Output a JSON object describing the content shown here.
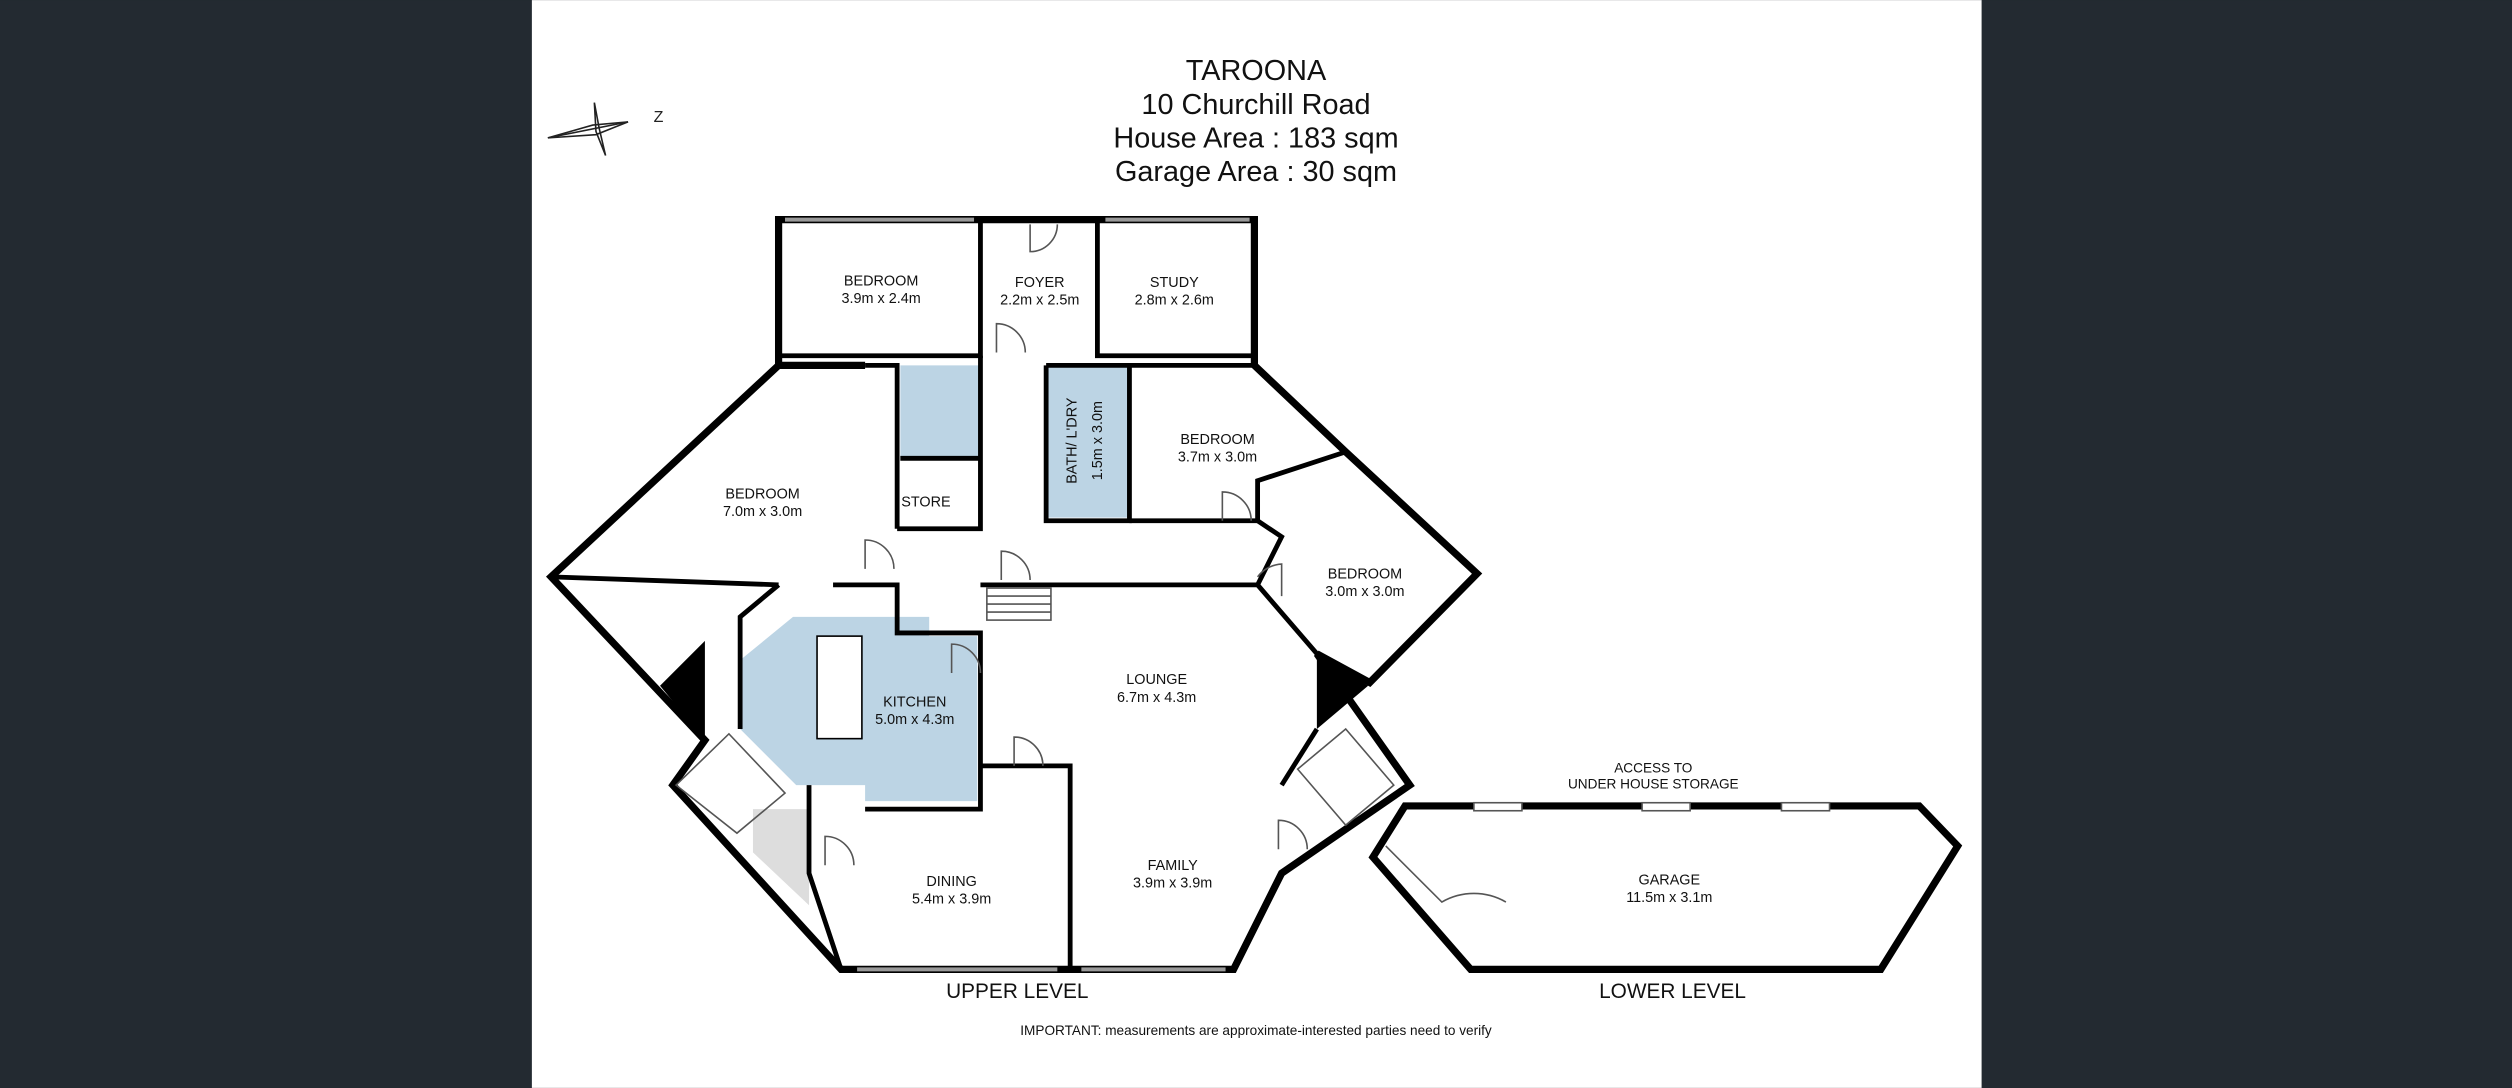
{
  "header": {
    "suburb": "TAROONA",
    "address": "10 Churchill Road",
    "house_area": "House Area : 183 sqm",
    "garage_area": "Garage Area : 30 sqm"
  },
  "compass": {
    "label": "Z"
  },
  "rooms": {
    "bedroom1": {
      "name": "BEDROOM",
      "dims": "3.9m x 2.4m"
    },
    "foyer": {
      "name": "FOYER",
      "dims": "2.2m x 2.5m"
    },
    "study": {
      "name": "STUDY",
      "dims": "2.8m x 2.6m"
    },
    "bedroom2": {
      "name": "BEDROOM",
      "dims": "7.0m x 3.0m"
    },
    "store": {
      "name": "STORE"
    },
    "bath": {
      "name": "BATH/ L'DRY",
      "dims": "1.5m x 3.0m"
    },
    "bedroom3": {
      "name": "BEDROOM",
      "dims": "3.7m x 3.0m"
    },
    "bedroom4": {
      "name": "BEDROOM",
      "dims": "3.0m x 3.0m"
    },
    "kitchen": {
      "name": "KITCHEN",
      "dims": "5.0m x 4.3m"
    },
    "lounge": {
      "name": "LOUNGE",
      "dims": "6.7m x 4.3m"
    },
    "dining": {
      "name": "DINING",
      "dims": "5.4m x 3.9m"
    },
    "family": {
      "name": "FAMILY",
      "dims": "3.9m x 3.9m"
    },
    "garage": {
      "name": "GARAGE",
      "dims": "11.5m x 3.1m"
    }
  },
  "access_note": {
    "line1": "ACCESS TO",
    "line2": "UNDER HOUSE STORAGE"
  },
  "levels": {
    "upper": "UPPER LEVEL",
    "lower": "LOWER LEVEL"
  },
  "disclaimer": "IMPORTANT: measurements are approximate-interested parties need to verify"
}
